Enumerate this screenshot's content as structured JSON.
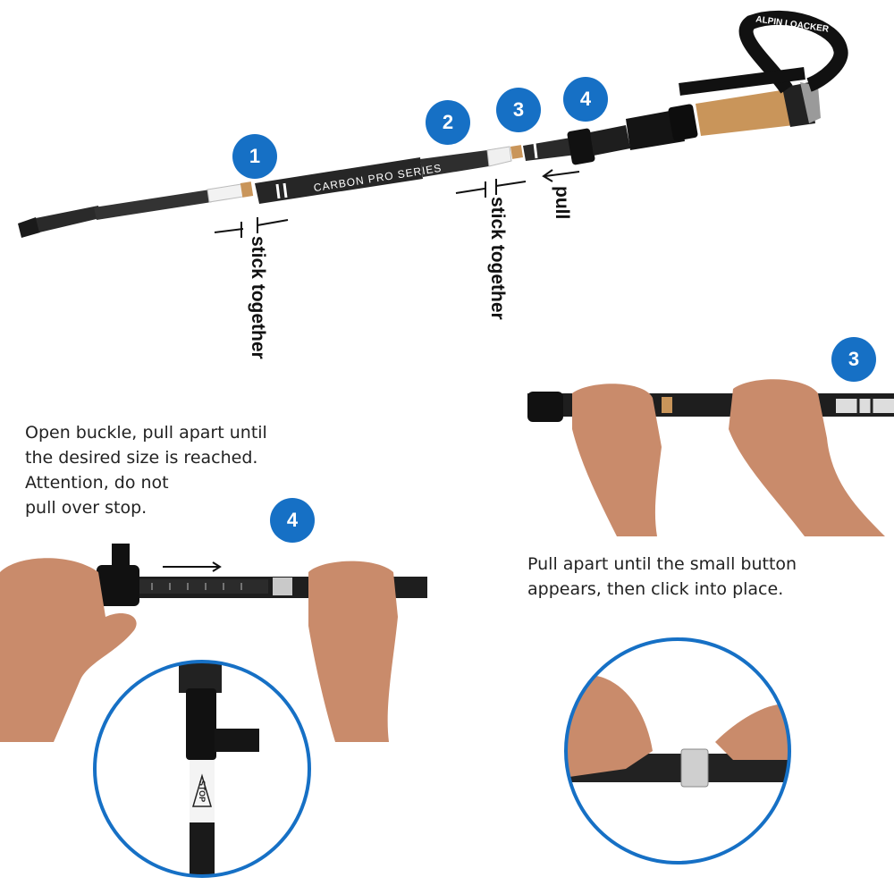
{
  "top_diagram": {
    "badges": [
      "1",
      "2",
      "3",
      "4"
    ],
    "pole_brand": "CARBON PRO SERIES",
    "strap_brand": "ALPIN LOACKER",
    "label_stick_together_1": "stick together",
    "label_stick_together_2": "stick together",
    "label_pull": "pull"
  },
  "step_left": {
    "badge": "4",
    "text_line1": "Open buckle, pull apart until",
    "text_line2": "the desired size is reached.",
    "text_line3": "Attention, do not",
    "text_line4": "pull over stop.",
    "stop_mark": "STOP"
  },
  "step_right": {
    "badge": "3",
    "text_line1": "Pull apart until the small button",
    "text_line2": "appears, then click into place."
  },
  "colors": {
    "badge": "#1670c5",
    "circle_border": "#1670c5",
    "cork": "#c9955a",
    "skin": "#c98b6b",
    "pole": "#1f1f1f"
  }
}
